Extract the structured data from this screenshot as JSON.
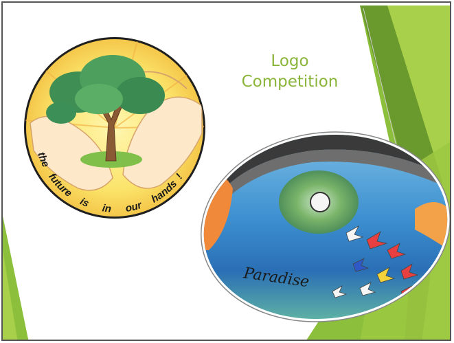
{
  "slide": {
    "title_line1": "Logo",
    "title_line2": "Competition"
  },
  "logo1": {
    "motto_words": [
      "the",
      "future",
      "is",
      "in",
      "our",
      "hands",
      "!"
    ]
  },
  "logo2": {
    "label": "Paradise"
  },
  "colors": {
    "accent_green": "#8ab53a",
    "dark_green": "#5f8f2a",
    "light_green": "#a8d04a",
    "border": "#555555"
  }
}
